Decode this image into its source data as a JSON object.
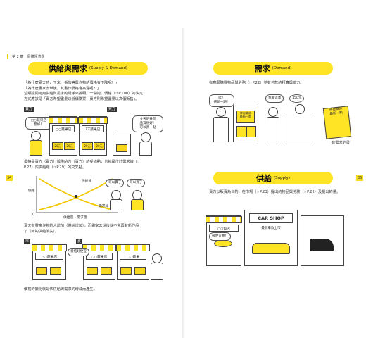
{
  "left_page": {
    "chapter_label": "第 2 章　個體經濟學",
    "page_number": "34",
    "section_title": {
      "zh": "供給與需求",
      "en": "(Supply & Demand)"
    },
    "intro_lines": [
      "「為什麼夏天時，玉米、番茄等農作物的價格會下降呢？」",
      "「為什麼畫家去世後，其畫作價格會高漲呢？」",
      "這類疑問可用供給與需求的關係來說明。一開始，價格（☞P.100）的決定",
      "方式應該是「賣方希望盡量以低價購買，賣方則希望盡量以高價販售」。"
    ],
    "seller_tag": "賣方",
    "buyer_tag": "買方",
    "shops": [
      {
        "sign": "○○蔬果店",
        "crates": [
          "20元",
          "20元"
        ]
      },
      {
        "sign": "XX蔬果店",
        "crates": [
          "20元",
          "20元"
        ]
      }
    ],
    "seller_bubble": "□○蔬果店\n都好！",
    "buyer_bubble": "今天的番茄\n品質很好！\n可以買一點",
    "curve_text_lines": [
      "價格是賣方（賣方）與供給方（賣方）的妥協點，也就是位於需求線（☞",
      "P.27）與供給線（☞P.29）的交叉點。"
    ],
    "chart_labels": {
      "supply": "供給線",
      "demand": "需求線",
      "price_axis": "價格",
      "qty_axis": "供給量・需求量",
      "origin": "0"
    },
    "chart_bubbles": [
      "可以賣了",
      "可以買了"
    ],
    "summer_lines": [
      "夏天有豐富作物的人增加（供給增加），而畫家去世後就不會再有新作品",
      "了（新的供給消失）。"
    ],
    "market_tags": [
      "市",
      "夏"
    ],
    "market_shops": [
      "△○蔬果店",
      "○○蔬果店",
      "□○蔬果"
    ],
    "market_bubble": "番茄好便宜",
    "closing_line": "價格的變化就是依供給與需求的增減而產生。"
  },
  "right_page": {
    "page_number": "35",
    "demand_title": {
      "zh": "需求",
      "en": "(Demand)"
    },
    "demand_line": "有意願購買物品與勞務（☞P.22）並有付款的打算與能力。",
    "demand_bubbles": [
      "哇！\n選新一期！",
      "我要這本",
      "150元"
    ],
    "book_label": "神祕雜誌\n最新一期",
    "demand_caption": "有需求的書",
    "supply_title": {
      "zh": "供給",
      "en": "(Supply)"
    },
    "supply_line": "賣方以販賣為目的，在市場（☞P.23）提出的物品與勞務（☞P.22）及提出的量。",
    "supply_shops": [
      "○○魚店",
      "CAR SHOP",
      "最新車款上市"
    ],
    "supply_bubble": "很便宜喔！"
  },
  "colors": {
    "accent": "#ffe426",
    "ink": "#2a2a2a"
  }
}
